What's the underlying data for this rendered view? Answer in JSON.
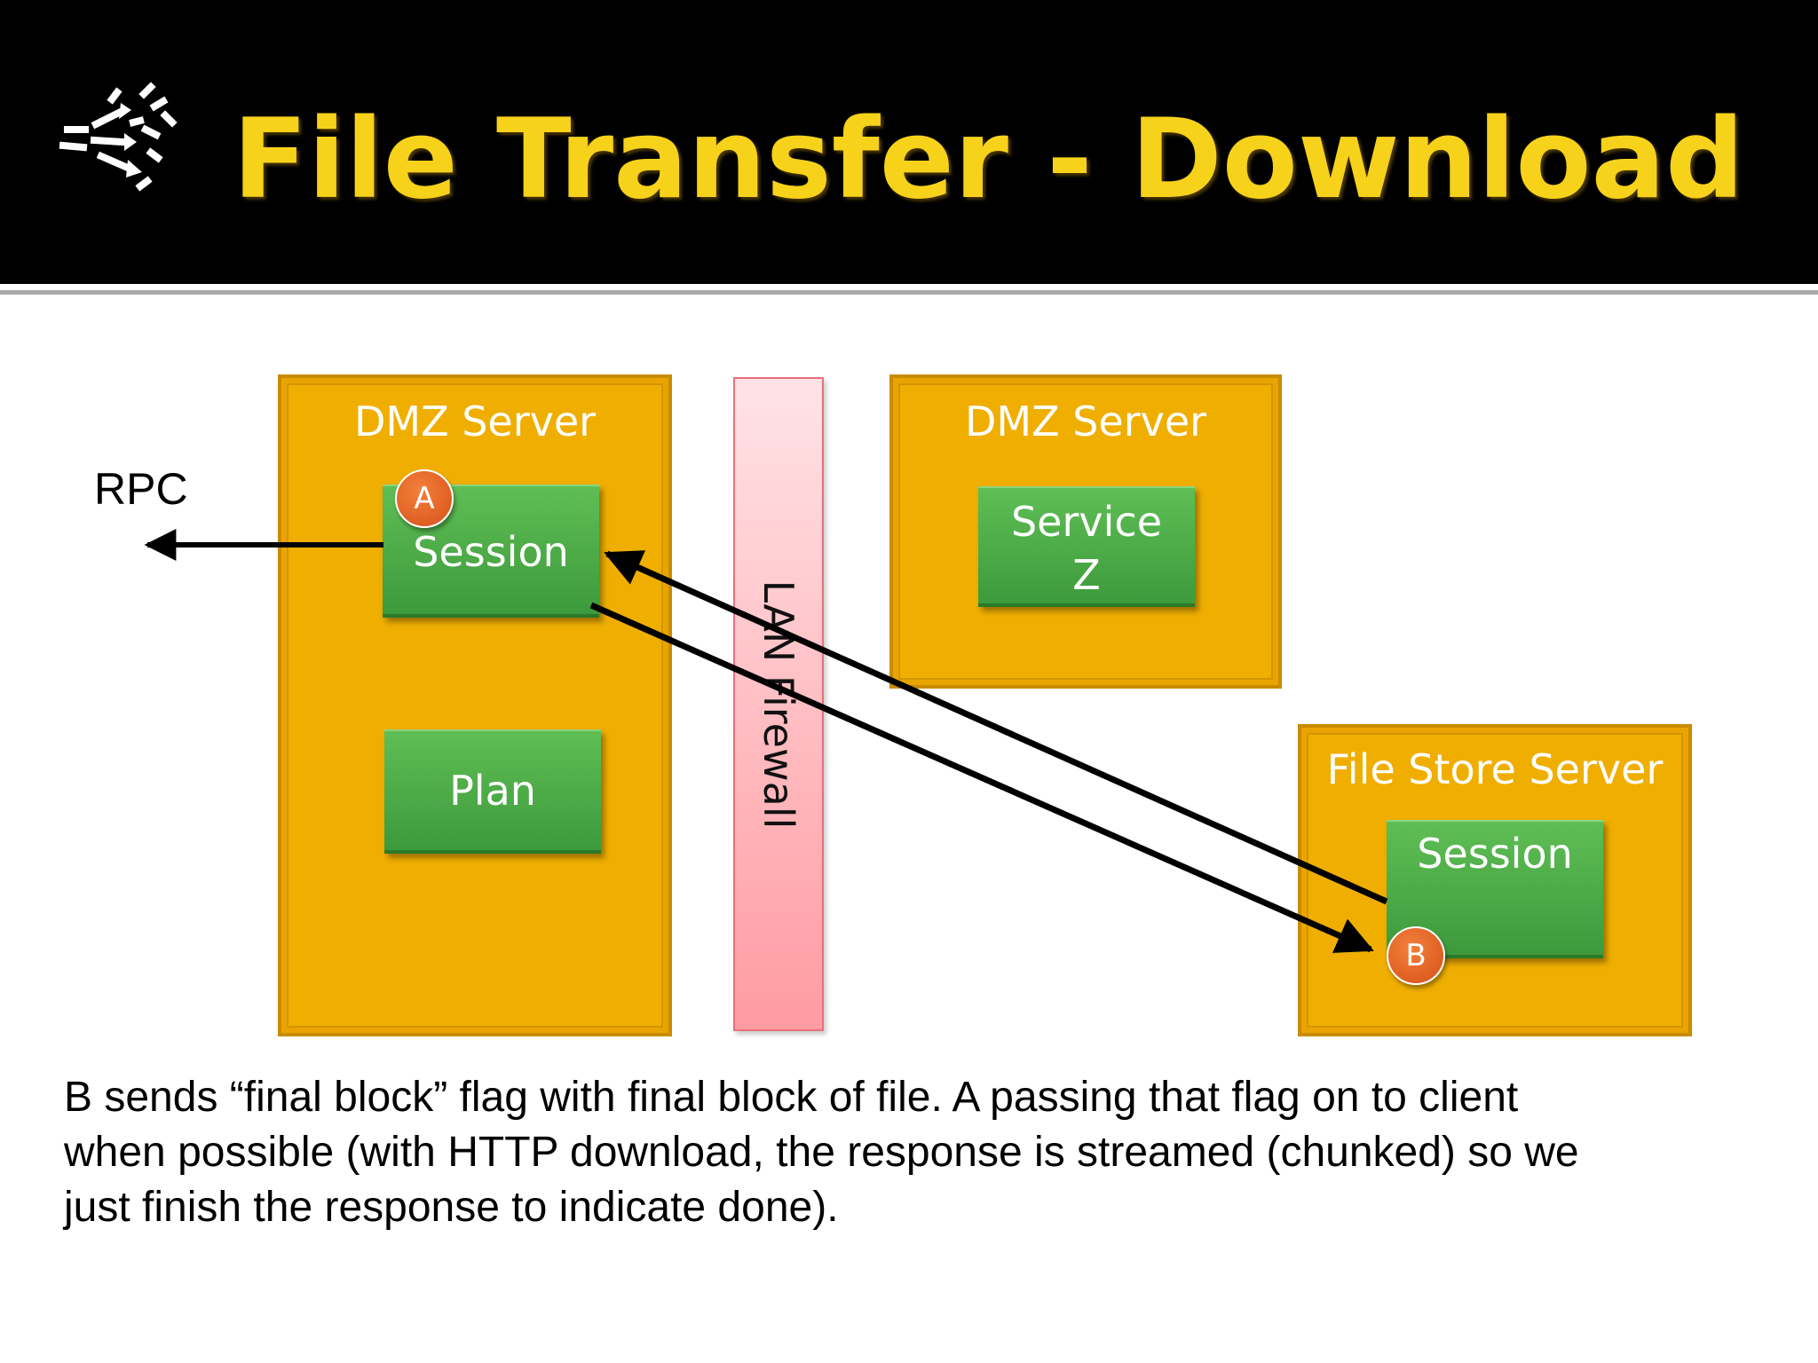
{
  "slide": {
    "title": "File Transfer - Download",
    "logo_icon": "scatter-arrows-icon",
    "colors": {
      "header_bg": "#000000",
      "title": "#f7d21a",
      "server": "#efae00",
      "component": "#4caf47",
      "firewall": "#ffb3b8",
      "badge": "#e0601f"
    }
  },
  "diagram": {
    "rpc_label": "RPC",
    "firewall_label": "LAN Firewall",
    "dmz_server_left": {
      "label": "DMZ Server",
      "session": "Session",
      "plan": "Plan",
      "badge": "A"
    },
    "dmz_server_right": {
      "label": "DMZ Server",
      "service_line1": "Service",
      "service_line2": "Z"
    },
    "file_store_server": {
      "label": "File Store Server",
      "session": "Session",
      "badge": "B"
    }
  },
  "caption": {
    "line1": "B sends “final block” flag with final block of file.  A passing that flag on to client",
    "line2": "when possible (with HTTP download, the response is streamed (chunked) so we",
    "line3": "just finish the response to indicate done)."
  }
}
